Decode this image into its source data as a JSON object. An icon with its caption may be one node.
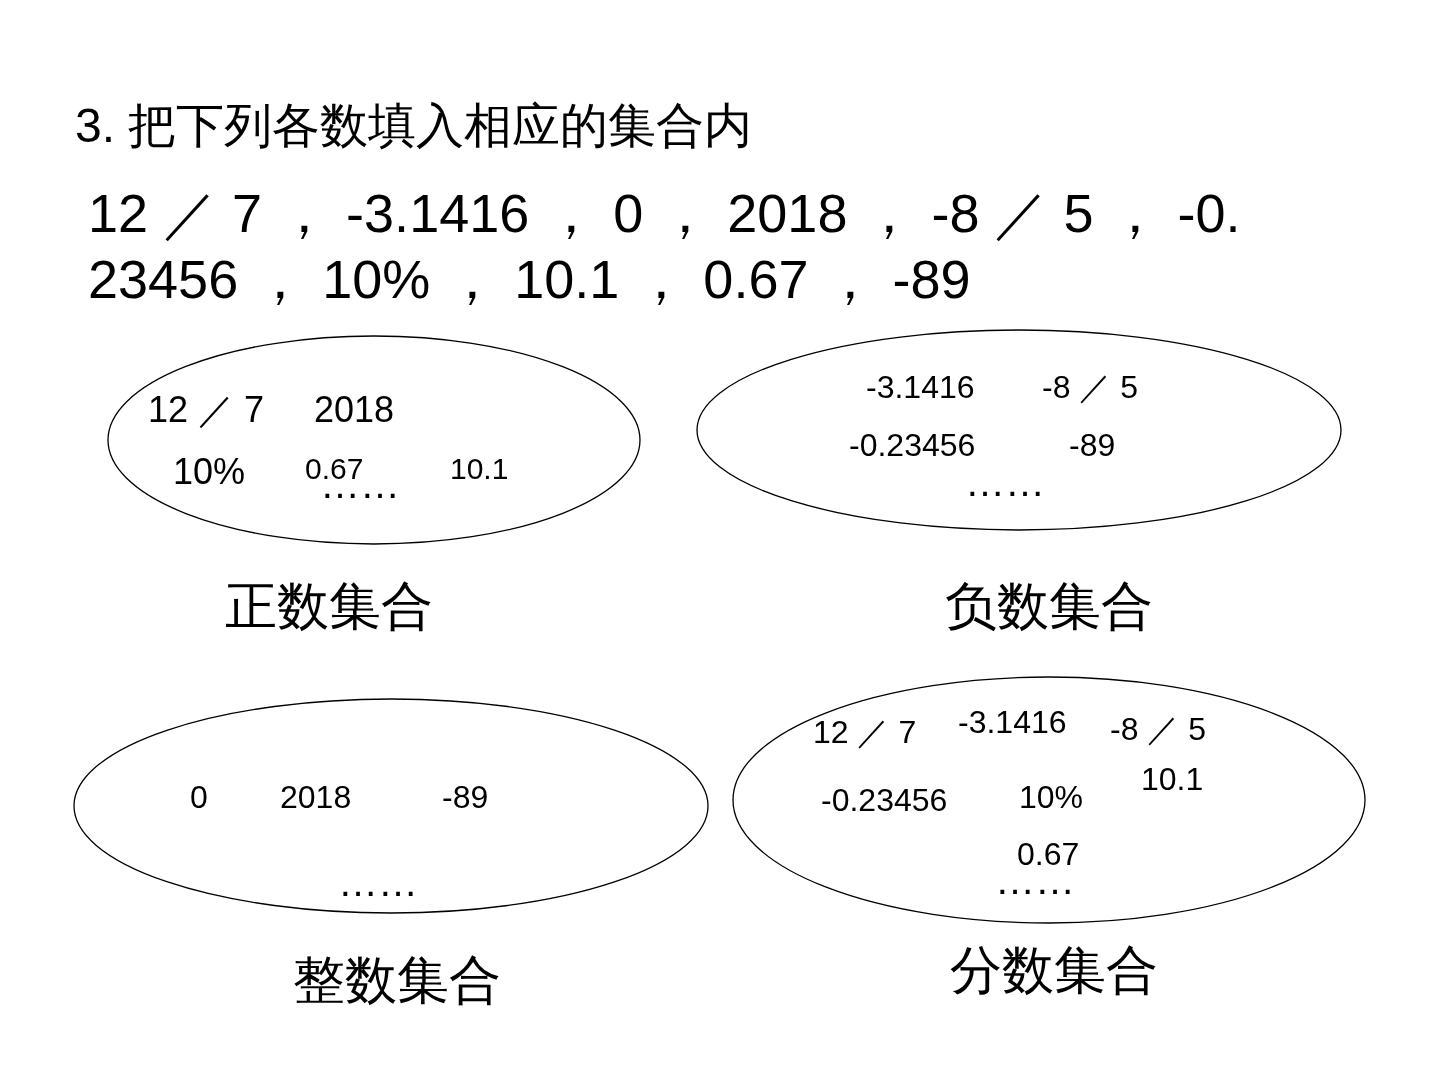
{
  "diagram": {
    "title": "3. 把下列各数填入相应的集合内",
    "nodes": [
      {
        "text": [
          "12 ／ 7",
          "2018",
          "10%",
          "0.67",
          "10.1",
          "……"
        ],
        "beside": [
          "正数集合"
        ]
      },
      {
        "text": [
          "-3.1416",
          "-8 ／ 5",
          "-0.23456",
          "-89",
          "……"
        ],
        "beside": [
          "负数集合"
        ]
      },
      {
        "text": [
          "0",
          "2018",
          "-89",
          "……"
        ],
        "beside": [
          "整数集合"
        ]
      },
      {
        "text": [
          "12 ／ 7",
          "-3.1416",
          "-8 ／ 5",
          "-0.23456",
          "10%",
          "10.1",
          "0.67",
          "……"
        ],
        "beside": [
          "分数集合"
        ]
      }
    ],
    "labels": [
      "12 ／ 7 ， -3.1416 ， 0 ， 2018 ， -8 ／ 5 ， -0.23456 ， 10% ， 10.1 ， 0.67 ， -89"
    ]
  }
}
